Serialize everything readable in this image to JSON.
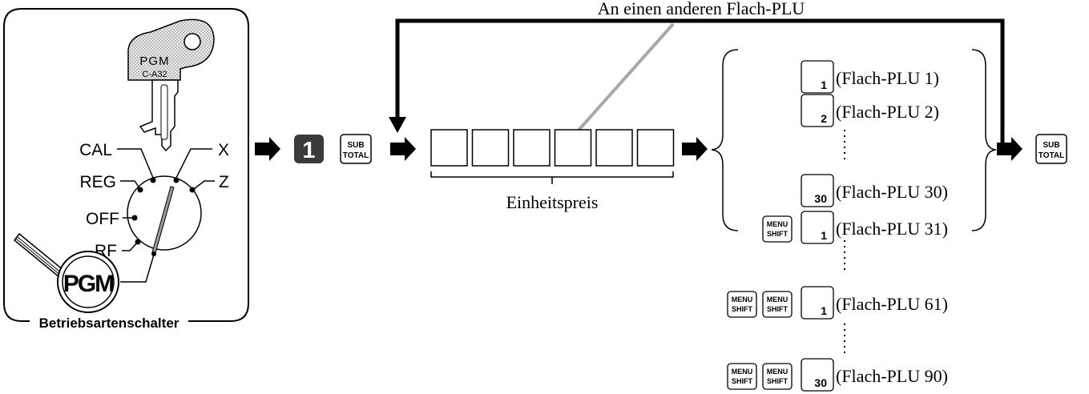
{
  "title": "An einen anderen Flach-PLU",
  "mode_switch": {
    "caption": "Betriebsartenschalter",
    "positions": [
      "CAL",
      "X",
      "REG",
      "Z",
      "OFF",
      "RF",
      "PGM"
    ],
    "key": {
      "label": "PGM",
      "model": "C-A32"
    },
    "badge": "PGM"
  },
  "input": {
    "number_key": "1",
    "subtotal_key": {
      "line1": "SUB",
      "line2": "TOTAL"
    },
    "unit_price_label": "Einheitspreis",
    "digit_box_count": 6
  },
  "menu_shift_key": {
    "line1": "MENU",
    "line2": "SHIFT"
  },
  "plu_options": [
    {
      "key": "1",
      "label": "(Flach-PLU 1)",
      "shifts": 0
    },
    {
      "key": "2",
      "label": "(Flach-PLU 2)",
      "shifts": 0
    },
    {
      "key": "30",
      "label": "(Flach-PLU 30)",
      "shifts": 0
    },
    {
      "key": "1",
      "label": "(Flach-PLU 31)",
      "shifts": 1
    },
    {
      "key": "1",
      "label": "(Flach-PLU 61)",
      "shifts": 2
    },
    {
      "key": "30",
      "label": "(Flach-PLU 90)",
      "shifts": 2
    }
  ],
  "final_key": {
    "line1": "SUB",
    "line2": "TOTAL"
  }
}
